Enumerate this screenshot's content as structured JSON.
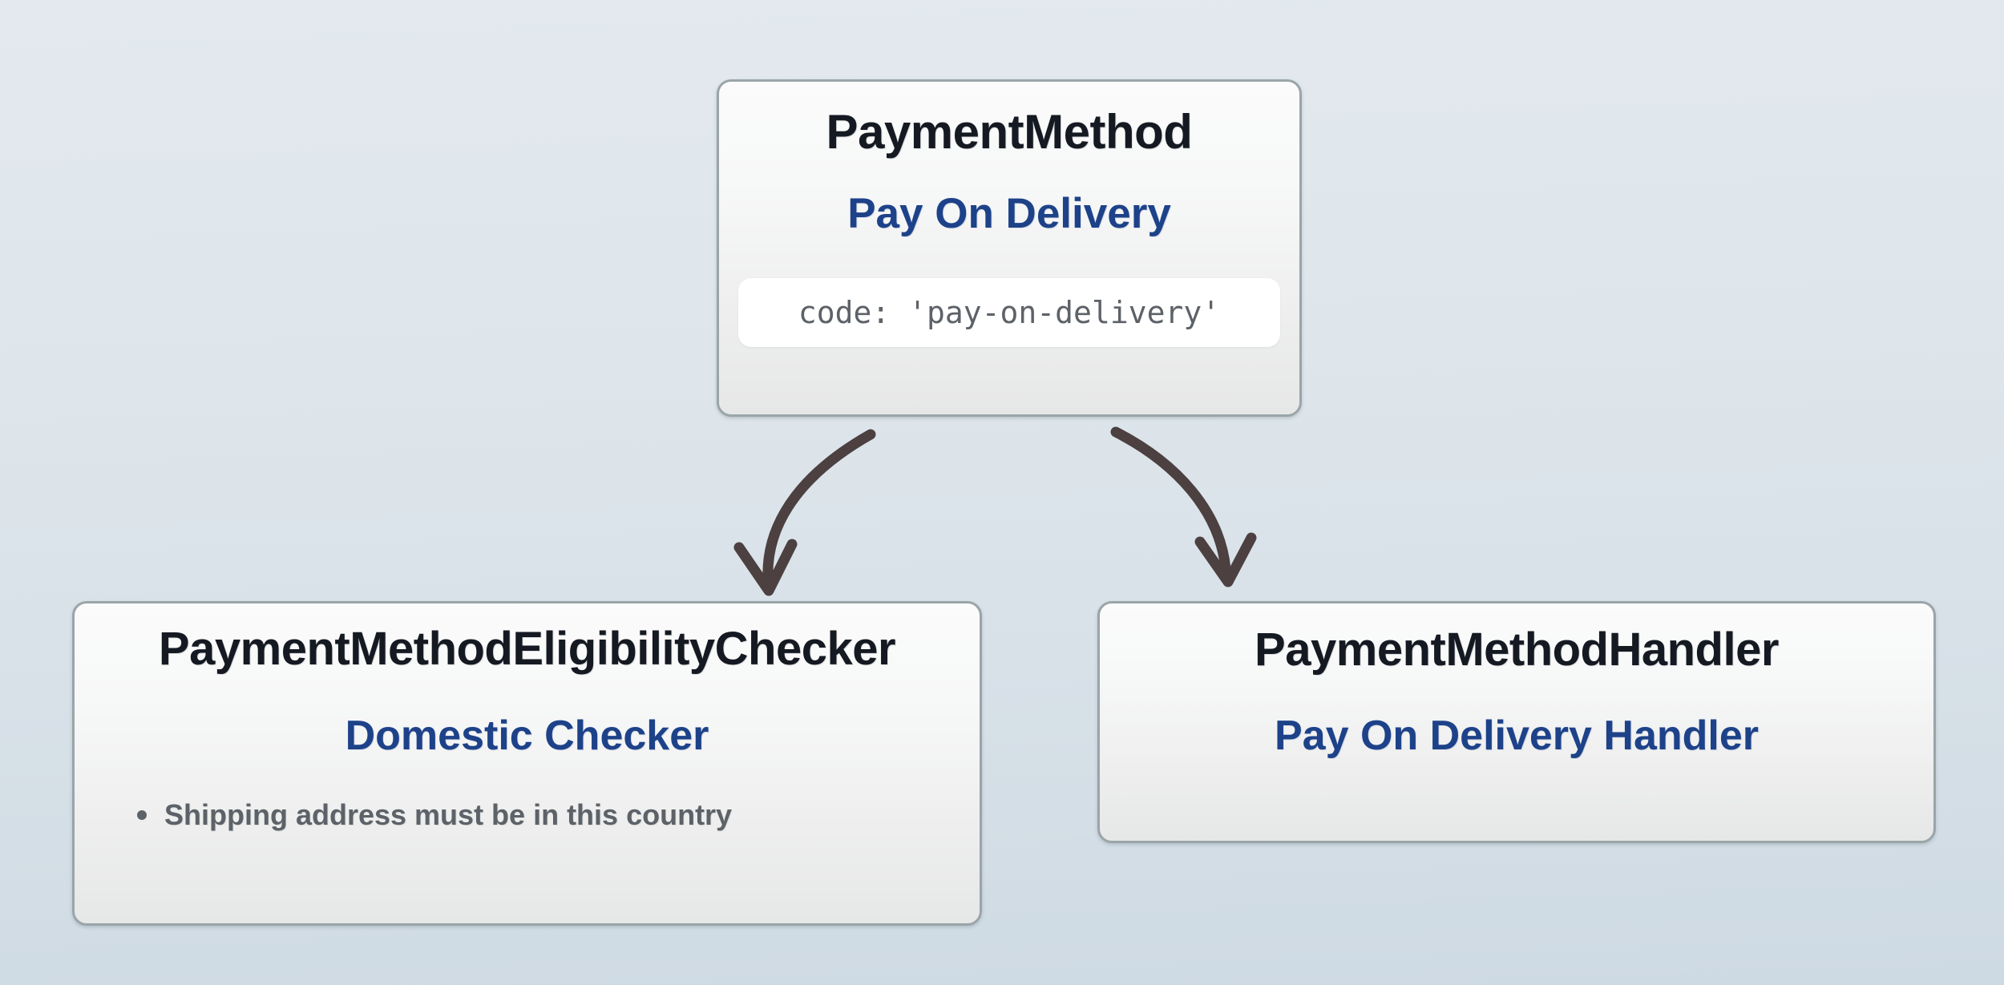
{
  "diagram": {
    "background_top_color": "#e3e9ee",
    "background_bottom_color": "#cedae3",
    "arrow_color": "#4c4040",
    "accent_blue": "#1d4289",
    "title_color": "#151a22",
    "muted_text_color": "#5c6268",
    "node_border_color": "#9aa5a8"
  },
  "nodes": {
    "payment_method": {
      "title": "PaymentMethod",
      "subtitle": "Pay On Delivery",
      "code": "code: 'pay-on-delivery'"
    },
    "eligibility_checker": {
      "title": "PaymentMethodEligibilityChecker",
      "subtitle": "Domestic Checker",
      "bullets": [
        "Shipping address must be in this country"
      ]
    },
    "payment_handler": {
      "title": "PaymentMethodHandler",
      "subtitle": "Pay On Delivery Handler"
    }
  },
  "edges": [
    {
      "name": "edge-to-eligibility-checker",
      "from": "payment_method",
      "to": "eligibility_checker"
    },
    {
      "name": "edge-to-payment-handler",
      "from": "payment_method",
      "to": "payment_handler"
    }
  ]
}
